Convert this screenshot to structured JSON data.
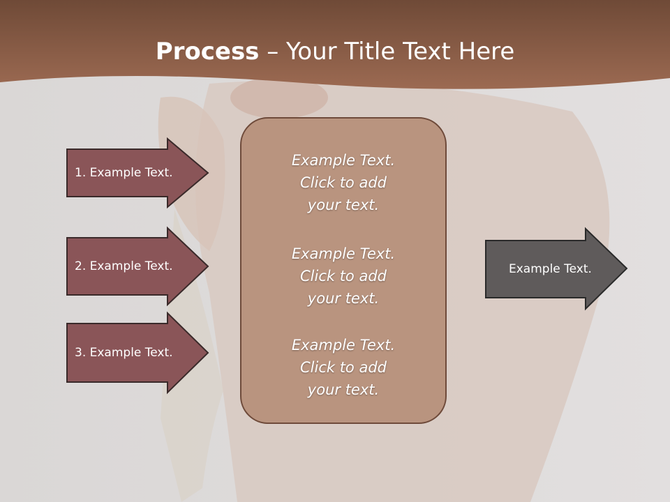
{
  "title": {
    "bold": "Process",
    "rest": " – Your Title Text Here"
  },
  "left_arrows": [
    {
      "label": "1. Example Text."
    },
    {
      "label": "2. Example Text."
    },
    {
      "label": "3. Example Text."
    }
  ],
  "center_blocks": [
    {
      "line1": "Example Text.",
      "line2": "Click  to add",
      "line3": "your text."
    },
    {
      "line1": "Example Text.",
      "line2": "Click  to add",
      "line3": "your text."
    },
    {
      "line1": "Example Text.",
      "line2": "Click  to add",
      "line3": "your text."
    }
  ],
  "right_arrow": {
    "label": "Example Text."
  },
  "colors": {
    "banner": "#8e5e47",
    "left_arrow_fill": "#8a5558",
    "right_arrow_fill": "#5f5b5b",
    "center_box_fill": "#b0846c"
  }
}
